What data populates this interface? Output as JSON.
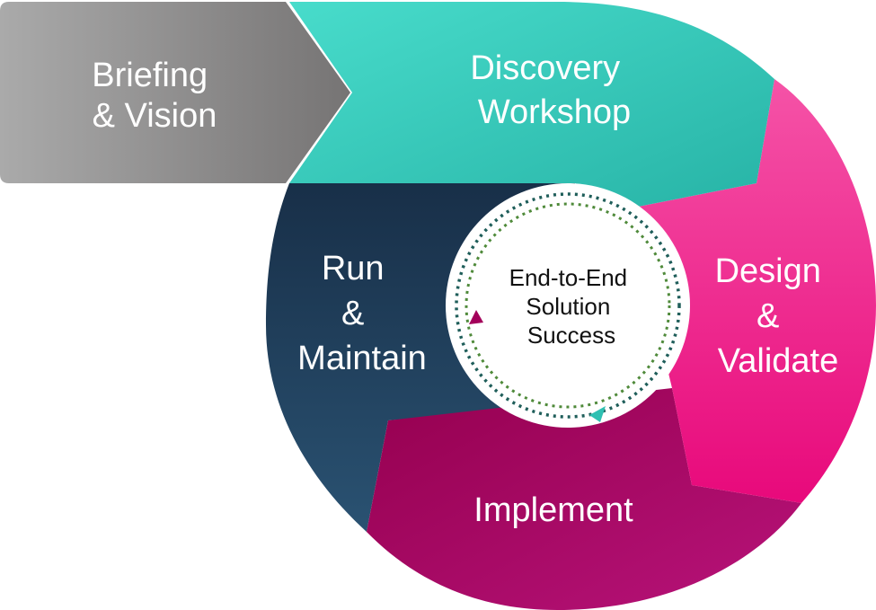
{
  "diagram": {
    "briefing": {
      "line1": "Briefing",
      "line2": "& Vision"
    },
    "discovery": {
      "line1": "Discovery",
      "line2": "Workshop"
    },
    "design": {
      "line1": "Design",
      "line2": "&",
      "line3": "Validate"
    },
    "implement": {
      "line1": "Implement"
    },
    "run": {
      "line1": "Run",
      "line2": "&",
      "line3": "Maintain"
    },
    "center": {
      "line1": "End-to-End",
      "line2": "Solution",
      "line3": "Success"
    }
  },
  "colors": {
    "briefing_dark": "#7a7878",
    "briefing_light": "#a9a9a9",
    "discovery": "#2fc4b4",
    "discovery_light": "#44d6c6",
    "design": "#ec1a86",
    "design_light": "#f44aa2",
    "implement": "#a3005a",
    "implement_light": "#b81272",
    "run": "#1a3a55",
    "run_light": "#264c6c",
    "center_ring_dots_outer": "#1f5e5a",
    "center_ring_dots_inner": "#4f8a3a",
    "arrow_teal": "#2ec0b2",
    "arrow_magenta": "#a3005a"
  }
}
